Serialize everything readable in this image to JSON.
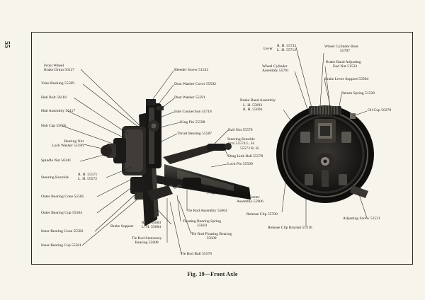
{
  "page_number": "55",
  "caption": "Fig. 19—Front Axle",
  "labels": {
    "front_wheel_brake_drum_1": "Front Wheel",
    "front_wheel_brake_drum_2": "Brake Drum 56127",
    "yoke_bushing": "Yoke Bushing 55589",
    "hub_bolt": "Hub Bolt 56118",
    "hub_assembly": "Hub Assembly 56117",
    "hub_cap": "Hub Cap 55605",
    "bearing_nut_1": "Bearing Nut",
    "bearing_nut_2": "Lock Washer 55596",
    "spindle_nut": "Spindle Nut 56341",
    "steering_knuckle_name": "Steering Knuckle",
    "steering_knuckle_rh": "R. H. 55571",
    "steering_knuckle_lh": "L. H. 55572",
    "outer_bearing_cone": "Outer Bearing Cone 55585",
    "outer_bearing_cup": "Outer Bearing Cup 55584",
    "inner_bearing_cone": "Inner Bearing Cone 55582",
    "inner_bearing_cup": "Inner Bearing Cup 55581",
    "bleeder_screw": "Bleeder Screw 51532",
    "dust_washer_cover": "Dust Washer Cover 55592",
    "dust_washer": "Dust Washer 55591",
    "inlet_connection": "Inlet Connection 55718",
    "king_pin": "King Pin 55598",
    "thrust_bearing": "Thrust Bearing 55587",
    "ball_nut": "Ball Nut 55579",
    "knuckle_arm_1": "Steering Knuckle",
    "knuckle_arm_2": "Arm 55574 L. H.",
    "knuckle_arm_3": "55573 R. H.",
    "drag_link_ball": "Drag Link Ball 55578",
    "lock_pin": "Lock Pin 55590",
    "tie_rod_plug_1": "Tie Rod",
    "tie_rod_plug_2": "Plug 55611",
    "axle_center_1": "Axle Center",
    "axle_center_2": "Assembly 55906",
    "tie_rod_assembly": "Tie Rod Assembly 55604",
    "brake_support_name": "Brake Support",
    "brake_support_rh": "R. H. 55683",
    "brake_support_lh": "L. H. 55684",
    "floating_spring_1": "Floating Bearing Spring",
    "floating_spring_2": "55610",
    "tie_rod_floating_1": "Tie Rod Floating Bearing",
    "tie_rod_floating_2": "55609",
    "tie_rod_stationary_1": "Tie Rod Stationary",
    "tie_rod_stationary_2": "Bearing 55608",
    "tie_rod_ball": "Tie Rod Ball 55576",
    "lever_name": "Lever",
    "lever_rh": "R. H. 55712",
    "lever_lh": "L. H. 55713",
    "wheel_cylinder_boot_1": "Wheel Cylinder Boot",
    "wheel_cylinder_boot_2": "55707",
    "wheel_cylinder_assembly_1": "Wheel Cylinder",
    "wheel_cylinder_assembly_2": "Assembly 55701",
    "brake_band_adj_nut_1": "Brake Band Adjusting",
    "brake_band_adj_nut_2": "End Nut 51533",
    "brake_lever_support": "Brake Lever Support 55904",
    "brake_band_assembly_name": "Brake Band Assembly",
    "brake_band_assembly_lh": "L. H. 55693",
    "brake_band_assembly_rh": "R. H. 55694",
    "return_spring": "Return Spring 51528",
    "oil_cup": "Oil Cup 56270",
    "release_clip": "Release Clip 55700",
    "release_clip_bracket": "Release Clip Bracket 51316",
    "adjusting_screw": "Adjusting Screw 51531"
  }
}
